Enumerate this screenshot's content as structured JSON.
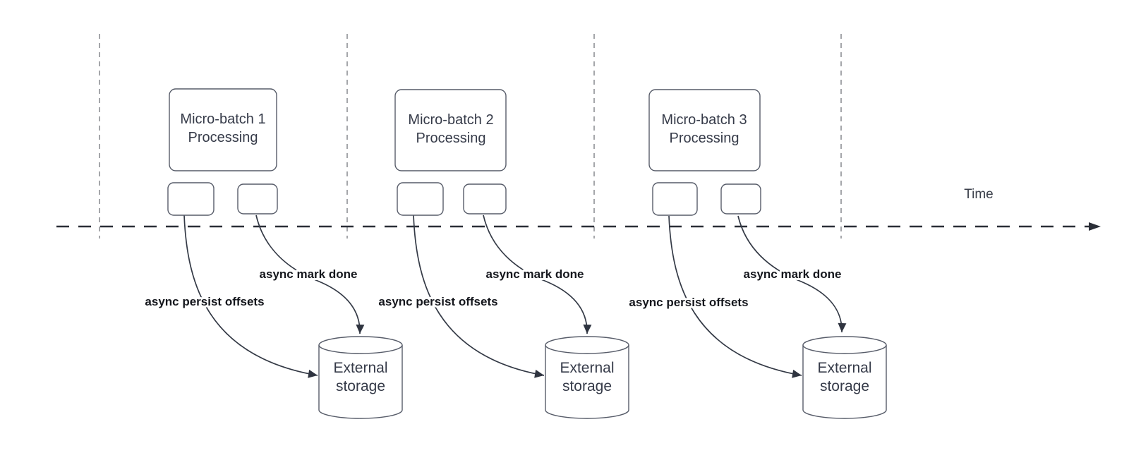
{
  "timeline": {
    "label": "Time"
  },
  "batches": [
    {
      "title_line1": "Micro-batch 1",
      "title_line2": "Processing",
      "persist_offsets_label": "async persist offsets",
      "mark_done_label": "async mark done",
      "storage_line1": "External",
      "storage_line2": "storage"
    },
    {
      "title_line1": "Micro-batch 2",
      "title_line2": "Processing",
      "persist_offsets_label": "async persist offsets",
      "mark_done_label": "async mark done",
      "storage_line1": "External",
      "storage_line2": "storage"
    },
    {
      "title_line1": "Micro-batch 3",
      "title_line2": "Processing",
      "persist_offsets_label": "async persist offsets",
      "mark_done_label": "async mark done",
      "storage_line1": "External",
      "storage_line2": "storage"
    }
  ],
  "colors": {
    "background": "#ffffff",
    "timeline_dark": "#2a2e37",
    "guide_gray": "#9b9ca1",
    "shape_border": "#575c69",
    "arrow_dark": "#343a46",
    "label_bold": "#15171d",
    "shape_text": "#363b49"
  }
}
